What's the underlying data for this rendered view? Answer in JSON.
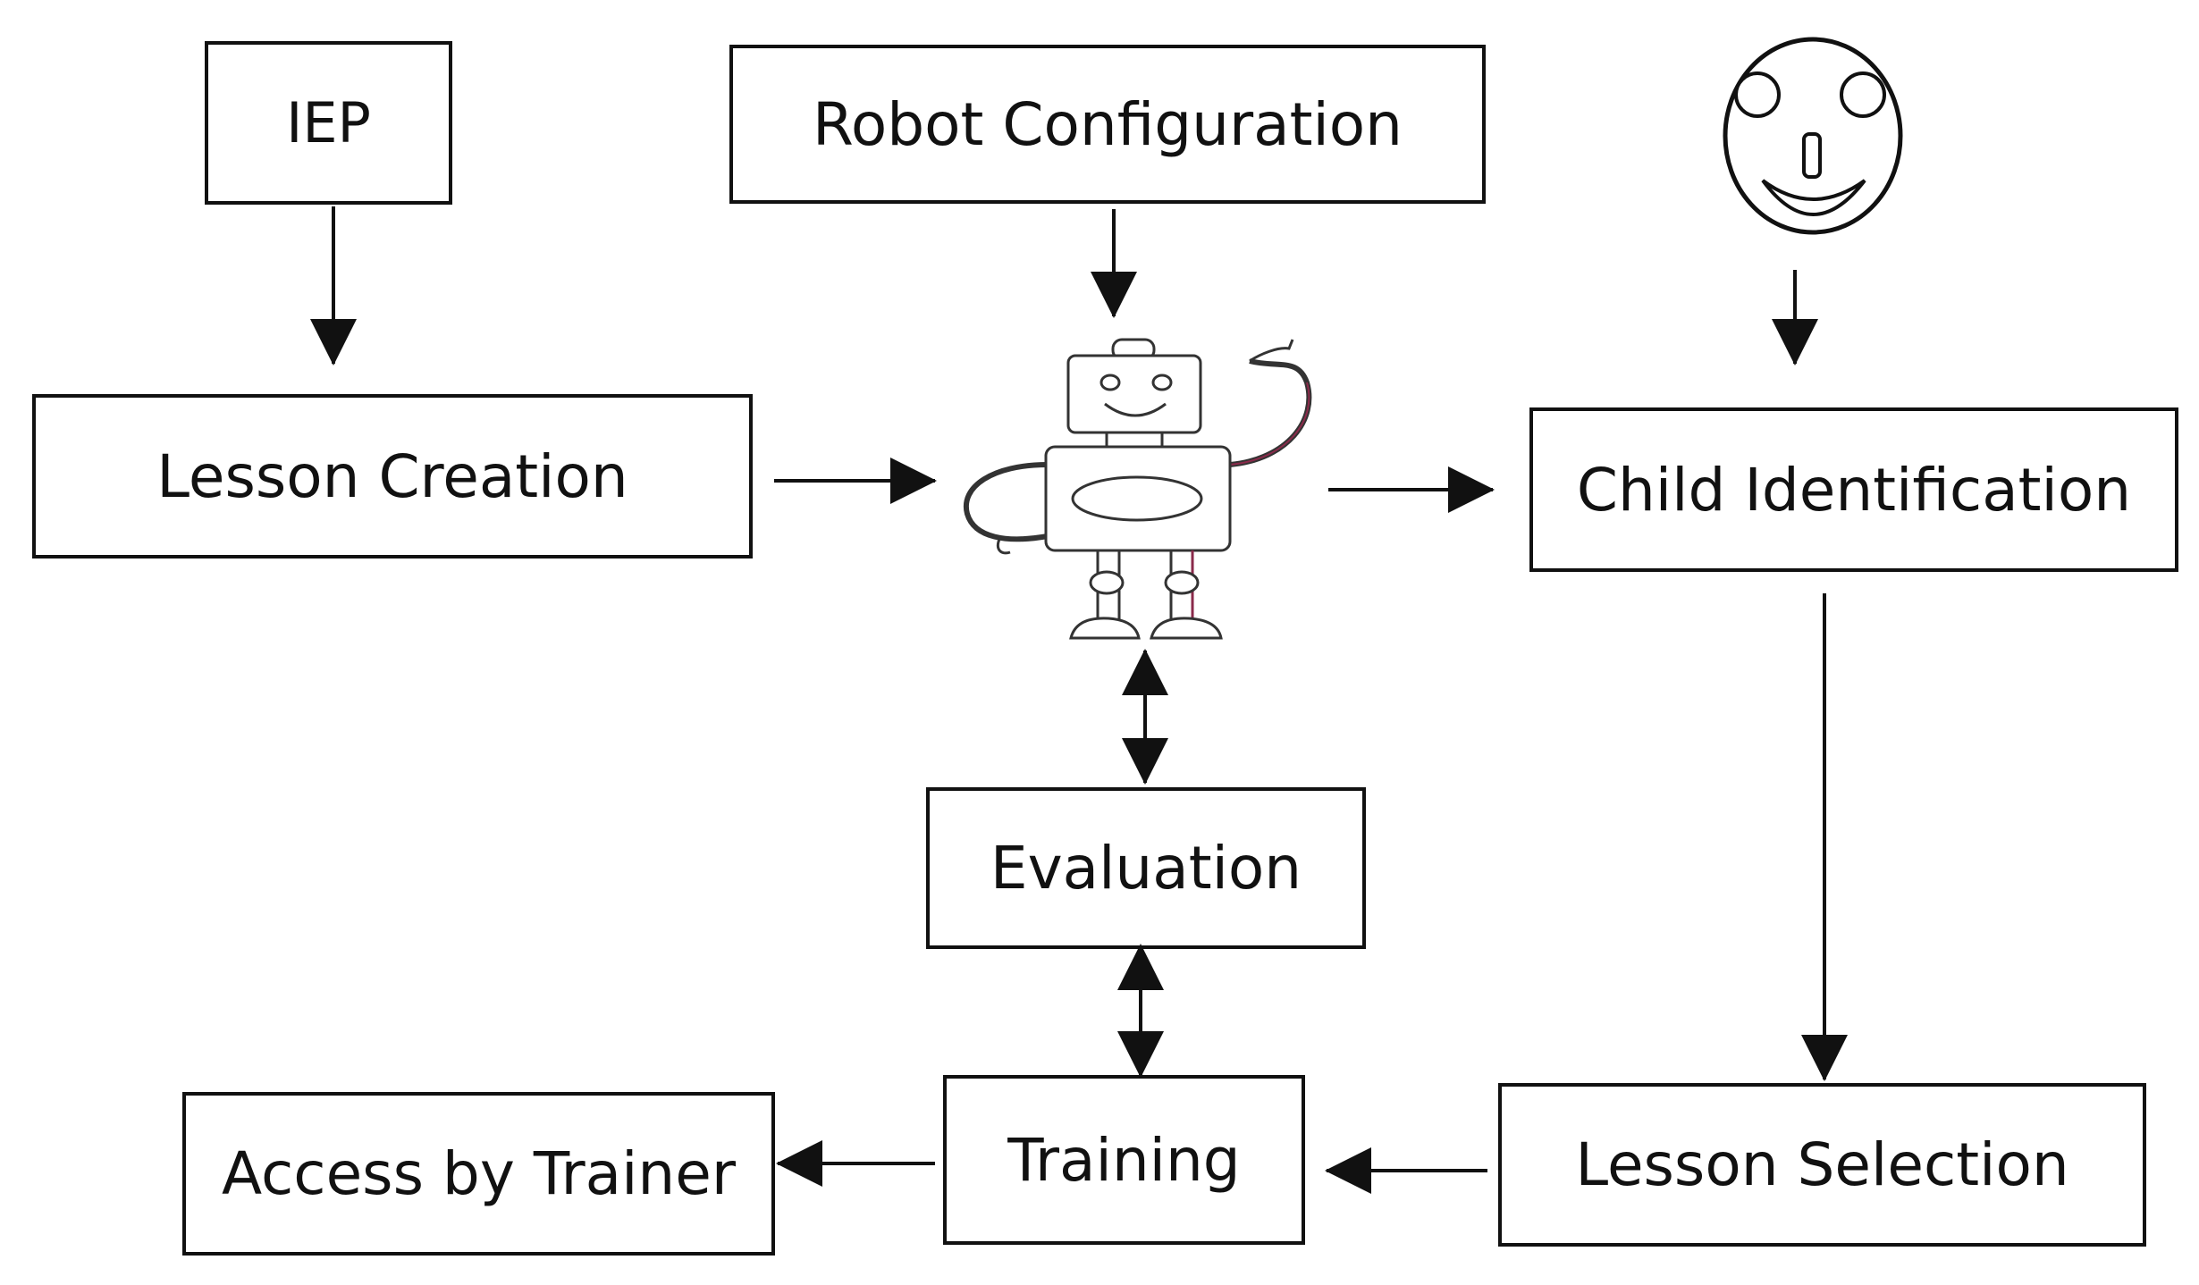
{
  "diagram": {
    "nodes": {
      "iep": "IEP",
      "robot_configuration": "Robot Configuration",
      "lesson_creation": "Lesson Creation",
      "child_identification": "Child Identification",
      "evaluation": "Evaluation",
      "training": "Training",
      "access_by_trainer": "Access by Trainer",
      "lesson_selection": "Lesson Selection"
    },
    "icons": {
      "robot": "robot-icon",
      "child_face": "smiley-face-icon"
    },
    "colors": {
      "stroke": "#111111",
      "background": "#ffffff",
      "robot_accent": "#8a2a4a"
    }
  }
}
